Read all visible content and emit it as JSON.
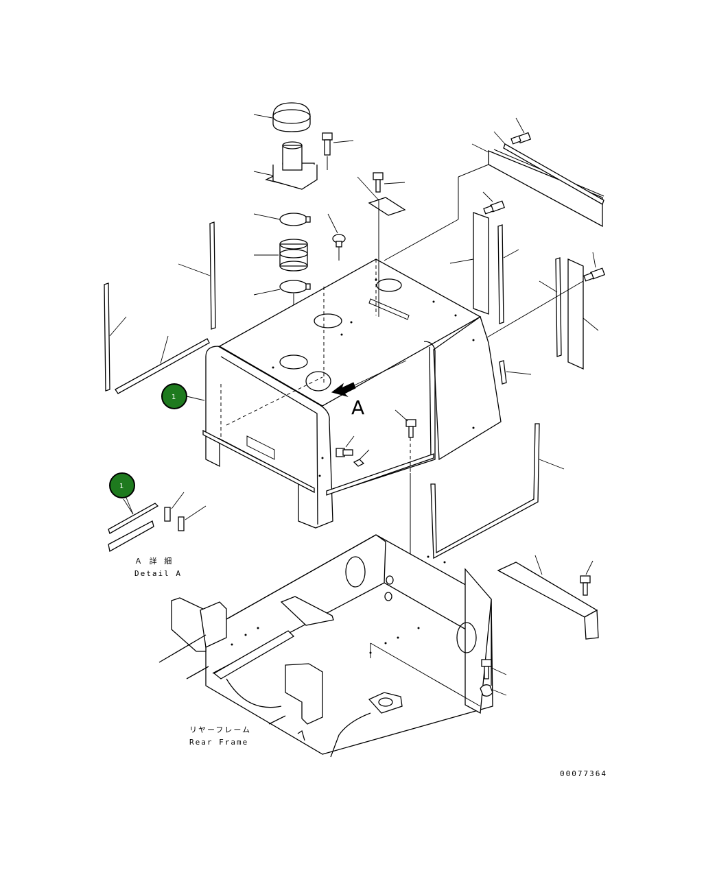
{
  "detail_label": {
    "jp": "Ａ 詳 細",
    "en": "Detail A"
  },
  "view_letter": "A",
  "rear_frame_label": {
    "jp": "リヤーフレーム",
    "en": "Rear Frame"
  },
  "drawing_number": "00077364",
  "callouts": [
    {
      "number": "1"
    },
    {
      "number": "1"
    }
  ],
  "colors": {
    "callout_fill": "#1e7a1e",
    "line": "#000000"
  }
}
